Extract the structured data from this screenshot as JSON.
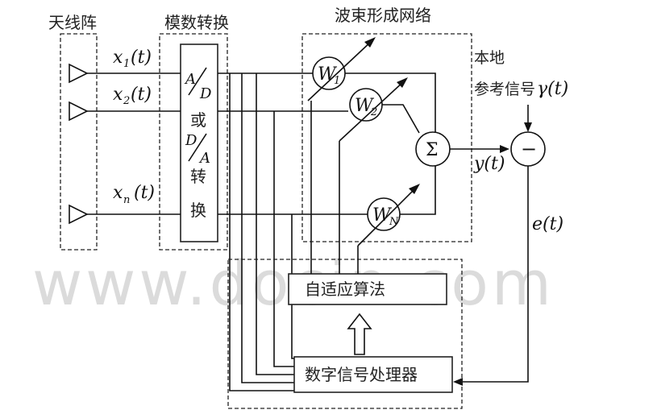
{
  "labels": {
    "antenna_array": "天线阵",
    "ad_conversion": "模数转换",
    "beamforming_network": "波束形成网络",
    "local_reference_signal_line1": "本地",
    "local_reference_signal_line2": "参考信号",
    "adaptive_algorithm": "自适应算法",
    "dsp": "数字信号处理器",
    "converter_or": "或",
    "converter_zhuan": "转",
    "converter_huan": "换",
    "sum_symbol": "Σ",
    "subtract_symbol": "−"
  },
  "math": {
    "x1": "x",
    "x1_sub": "1",
    "x1_arg": "(t)",
    "x2": "x",
    "x2_sub": "2",
    "x2_arg": "(t)",
    "xn": "x",
    "xn_sub": "n",
    "xn_arg": "(t)",
    "w1": "W",
    "w1_sub": "1",
    "w2": "W",
    "w2_sub": "2",
    "wn": "W",
    "wn_sub": "N",
    "y": "y(t)",
    "r": "γ(t)",
    "e": "e(t)",
    "ad_A": "A",
    "ad_D": "D",
    "da_D": "D",
    "da_A": "A"
  },
  "watermark": "www.docin.com",
  "colors": {
    "ink": "#111111",
    "watermark": "#c8c8c8"
  }
}
